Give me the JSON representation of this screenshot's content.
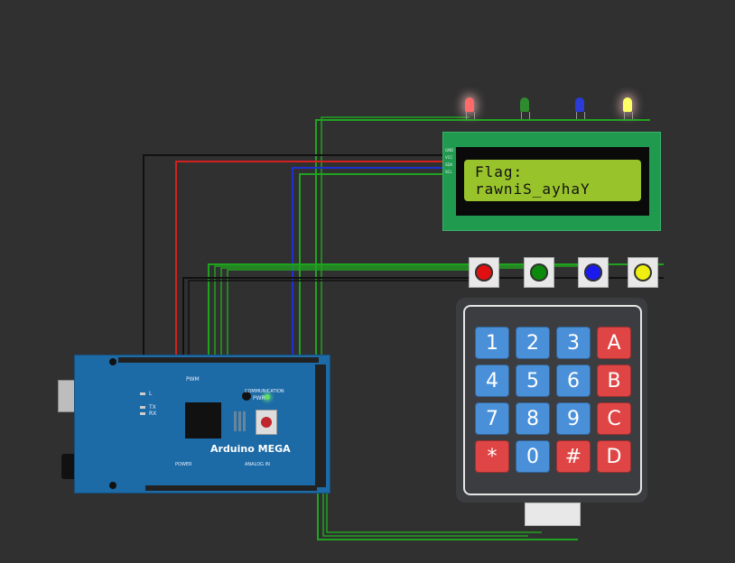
{
  "lcd": {
    "line1": "Flag:",
    "line2": "rawniS_ayhaY",
    "pins": [
      "GND",
      "VCC",
      "SDA",
      "SCL"
    ]
  },
  "leds": [
    {
      "name": "red-led",
      "color": "#ff6b6b",
      "lit": true
    },
    {
      "name": "green-led",
      "color": "#2e8b2e",
      "lit": false
    },
    {
      "name": "blue-led",
      "color": "#2a3bd6",
      "lit": false
    },
    {
      "name": "yellow-led",
      "color": "#ffff66",
      "lit": true
    }
  ],
  "buttons": [
    {
      "name": "red-pushbutton",
      "color": "#e01010"
    },
    {
      "name": "green-pushbutton",
      "color": "#0c8a0c"
    },
    {
      "name": "blue-pushbutton",
      "color": "#1a1aee"
    },
    {
      "name": "yellow-pushbutton",
      "color": "#eeee10"
    }
  ],
  "keypad": {
    "rows": [
      [
        "1",
        "2",
        "3",
        "A"
      ],
      [
        "4",
        "5",
        "6",
        "B"
      ],
      [
        "7",
        "8",
        "9",
        "C"
      ],
      [
        "*",
        "0",
        "#",
        "D"
      ]
    ]
  },
  "arduino": {
    "name": "Arduino MEGA",
    "labels": {
      "pwm": "PWM",
      "communication": "COMMUNICATION",
      "power": "POWER",
      "analog_in": "ANALOG IN",
      "pwr": "PWR",
      "l": "L",
      "tx": "TX",
      "rx": "RX"
    }
  },
  "colors": {
    "background": "#303030",
    "wire_green": "#1fa31f",
    "wire_black": "#111111",
    "wire_red": "#d42020",
    "wire_blue": "#2030d0"
  }
}
